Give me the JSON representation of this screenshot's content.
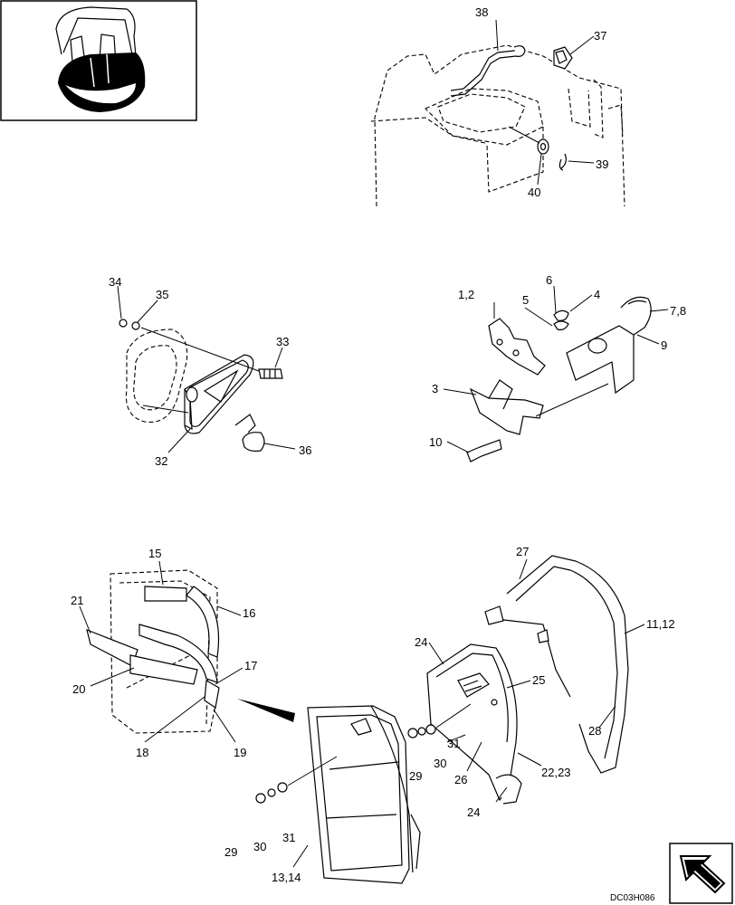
{
  "drawing_id": "DC03H086",
  "icons": {
    "thumbnail": "machine-cab-thumbnail-icon",
    "navigation": "next-page-arrow-icon"
  },
  "part_labels": {
    "p38": "38",
    "p37": "37",
    "p39": "39",
    "p40": "40",
    "p34": "34",
    "p35": "35",
    "p33": "33",
    "p32": "32",
    "p36": "36",
    "p1_2": "1,2",
    "p6": "6",
    "p4": "4",
    "p5": "5",
    "p7_8": "7,8",
    "p9": "9",
    "p3": "3",
    "p10": "10",
    "p15": "15",
    "p16": "16",
    "p21": "21",
    "p17": "17",
    "p20": "20",
    "p18": "18",
    "p19": "19",
    "p27": "27",
    "p11_12": "11,12",
    "p24a": "24",
    "p25": "25",
    "p28": "28",
    "p29a": "29",
    "p30a": "30",
    "p31a": "31",
    "p26": "26",
    "p22_23": "22,23",
    "p24b": "24",
    "p29b": "29",
    "p30b": "30",
    "p31b": "31",
    "p13_14": "13,14"
  }
}
